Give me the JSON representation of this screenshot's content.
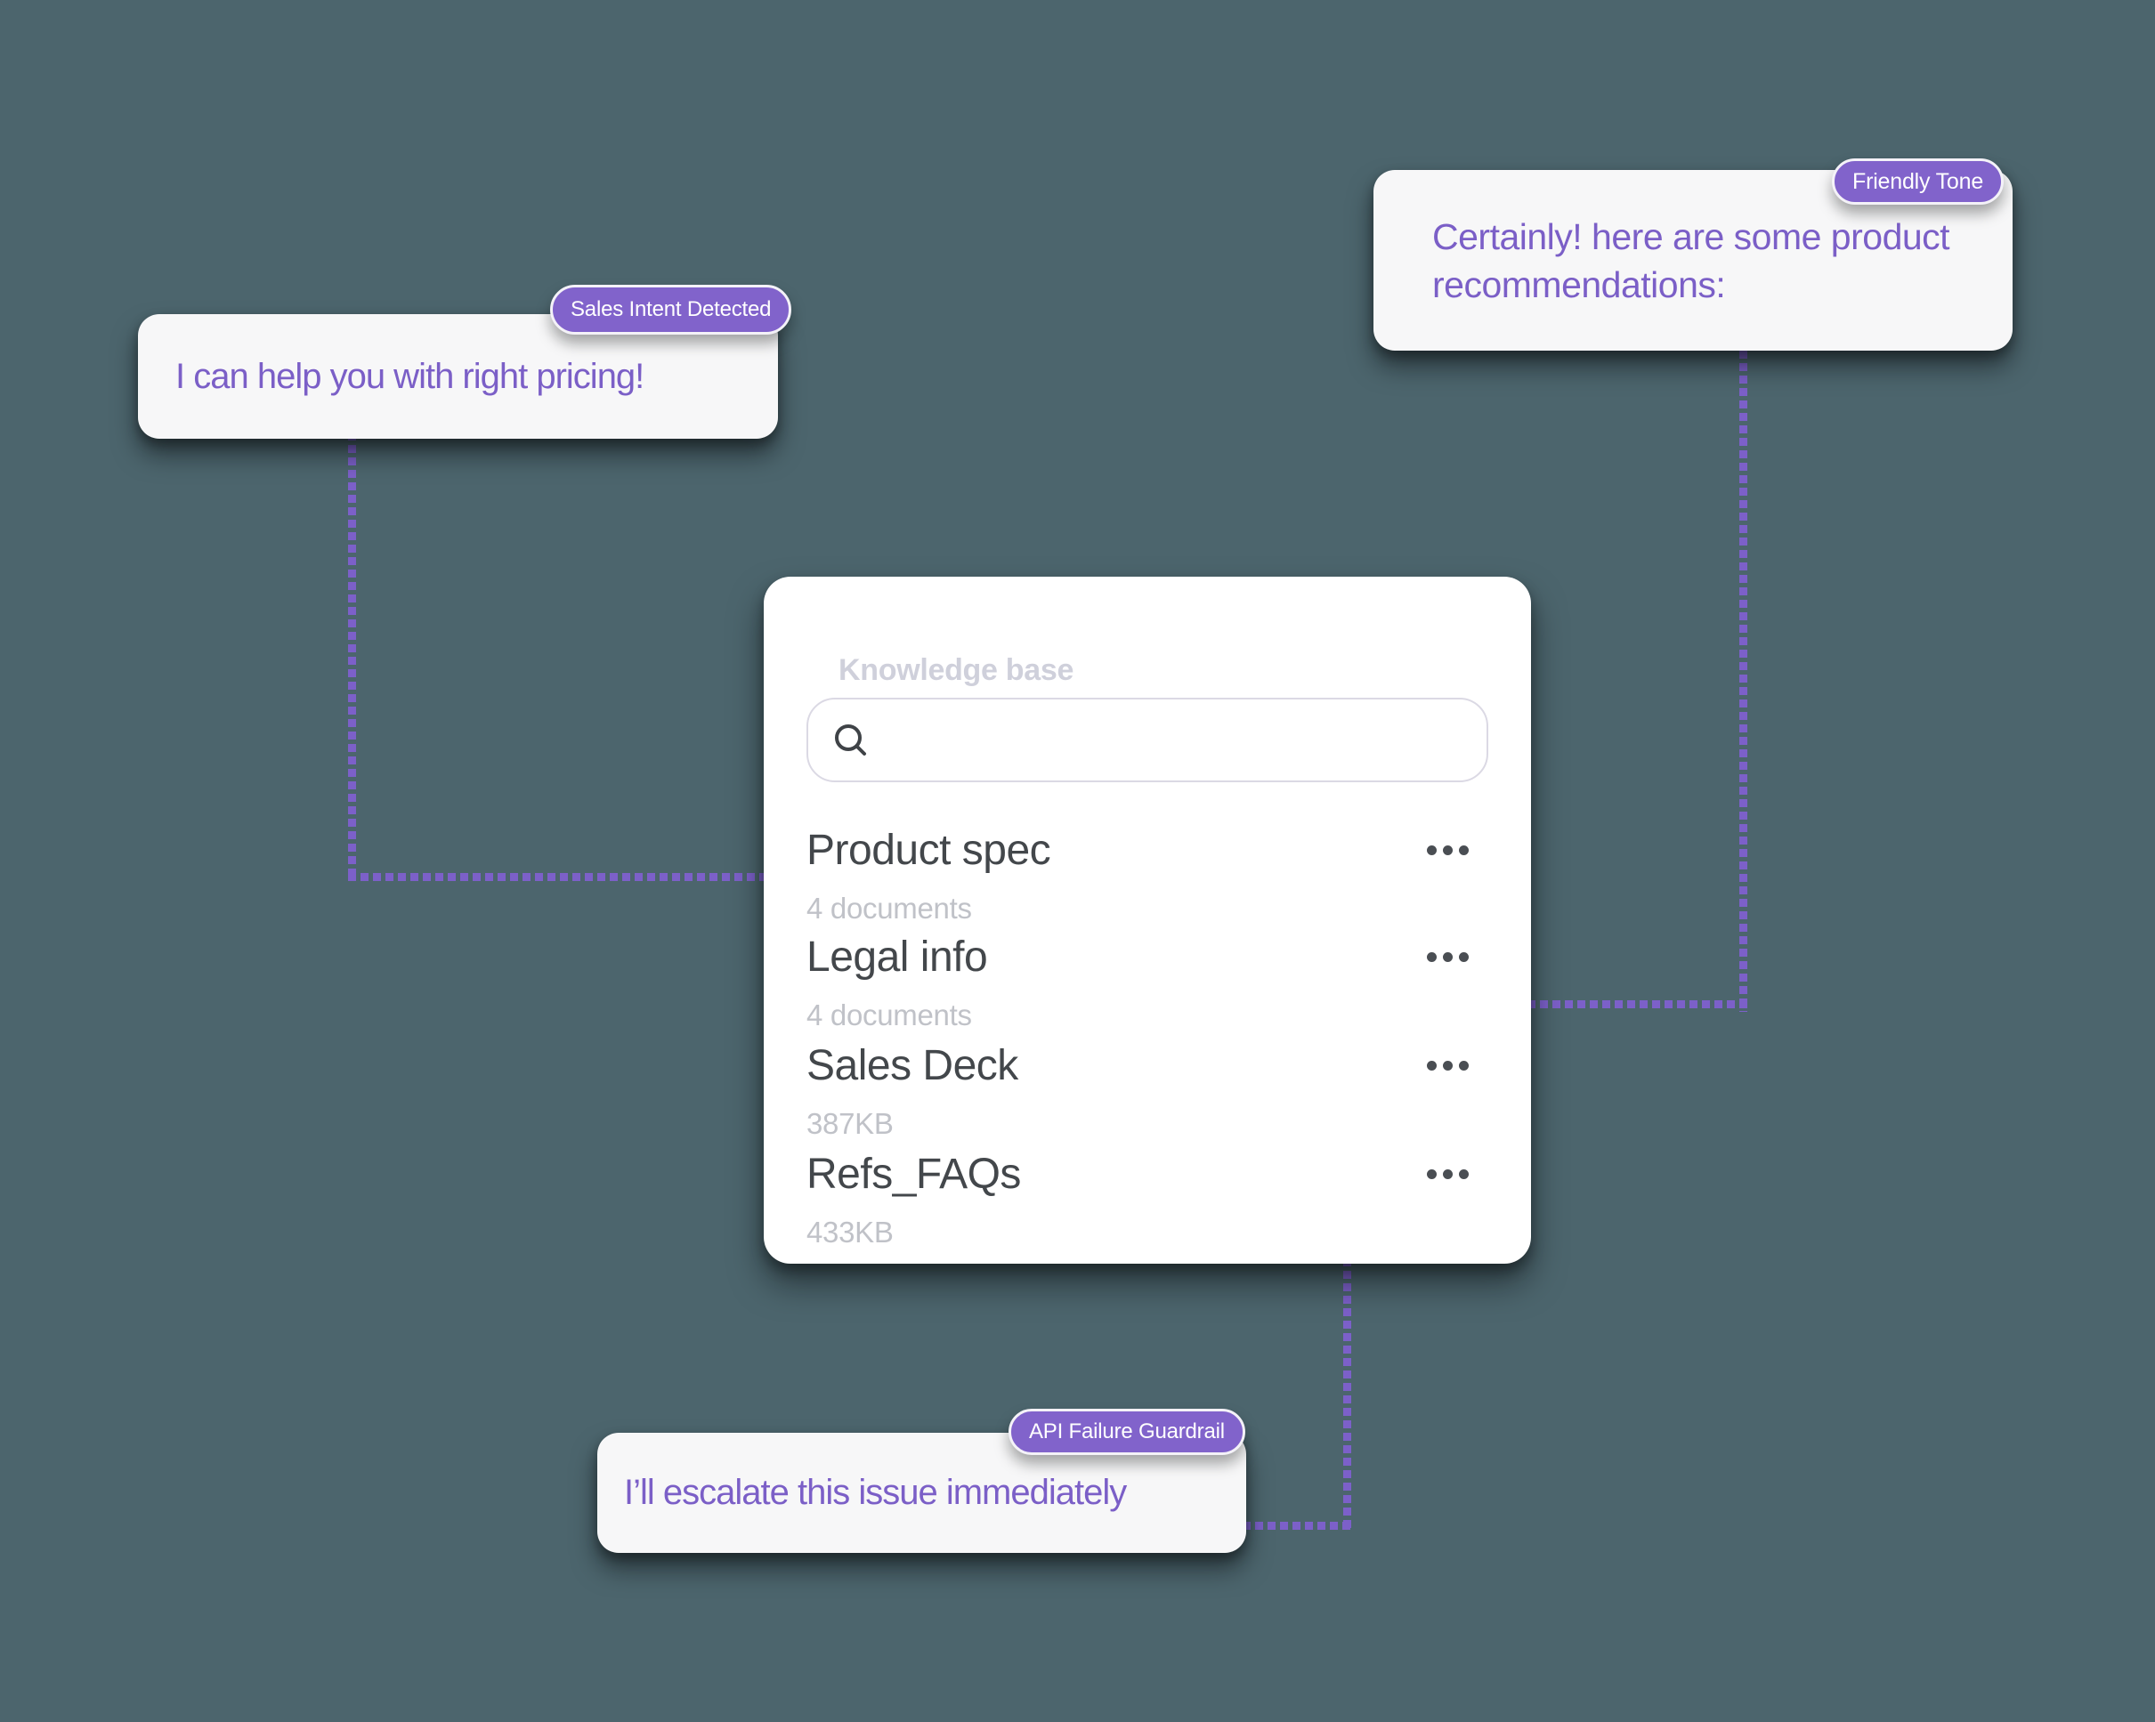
{
  "colors": {
    "background": "#4C656D",
    "accent_text": "#7B5FC7",
    "badge_background": "#8163CB",
    "connector": "#7C60C9",
    "panel_background": "#FFFFFF",
    "card_background": "#F7F7F8"
  },
  "cards": {
    "sales": {
      "badge": "Sales Intent Detected",
      "message": "I can help you with right pricing!"
    },
    "friendly": {
      "badge": "Friendly Tone",
      "message": "Certainly! here are some product recommendations:"
    },
    "api": {
      "badge": "API Failure Guardrail",
      "message": "I’ll escalate this issue immediately"
    }
  },
  "panel": {
    "title": "Knowledge base",
    "search_placeholder": "",
    "items": [
      {
        "name": "Product spec",
        "meta": "4 documents"
      },
      {
        "name": "Legal info",
        "meta": "4 documents"
      },
      {
        "name": "Sales Deck",
        "meta": "387KB"
      },
      {
        "name": "Refs_FAQs",
        "meta": "433KB"
      }
    ]
  }
}
